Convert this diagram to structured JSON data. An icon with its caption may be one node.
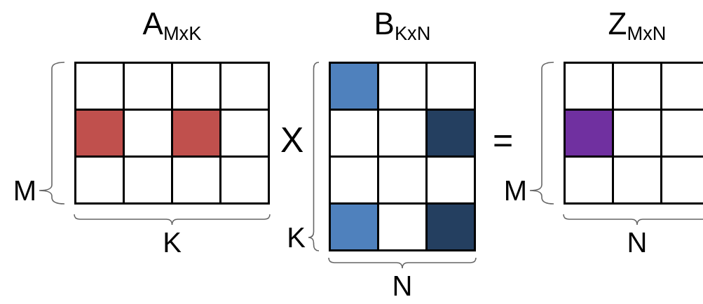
{
  "diagram": {
    "nodes": [
      {
        "text": [
          "A$_{MxK}$"
        ],
        "beside": [
          "M",
          "K"
        ]
      },
      {
        "text": [
          "B$_{KxN}$"
        ],
        "beside": [
          "K",
          "N"
        ]
      },
      {
        "text": [
          "Z$_{MxN}$"
        ],
        "beside": [
          "M",
          "N"
        ]
      }
    ],
    "labels": [
      "X",
      "="
    ]
  }
}
